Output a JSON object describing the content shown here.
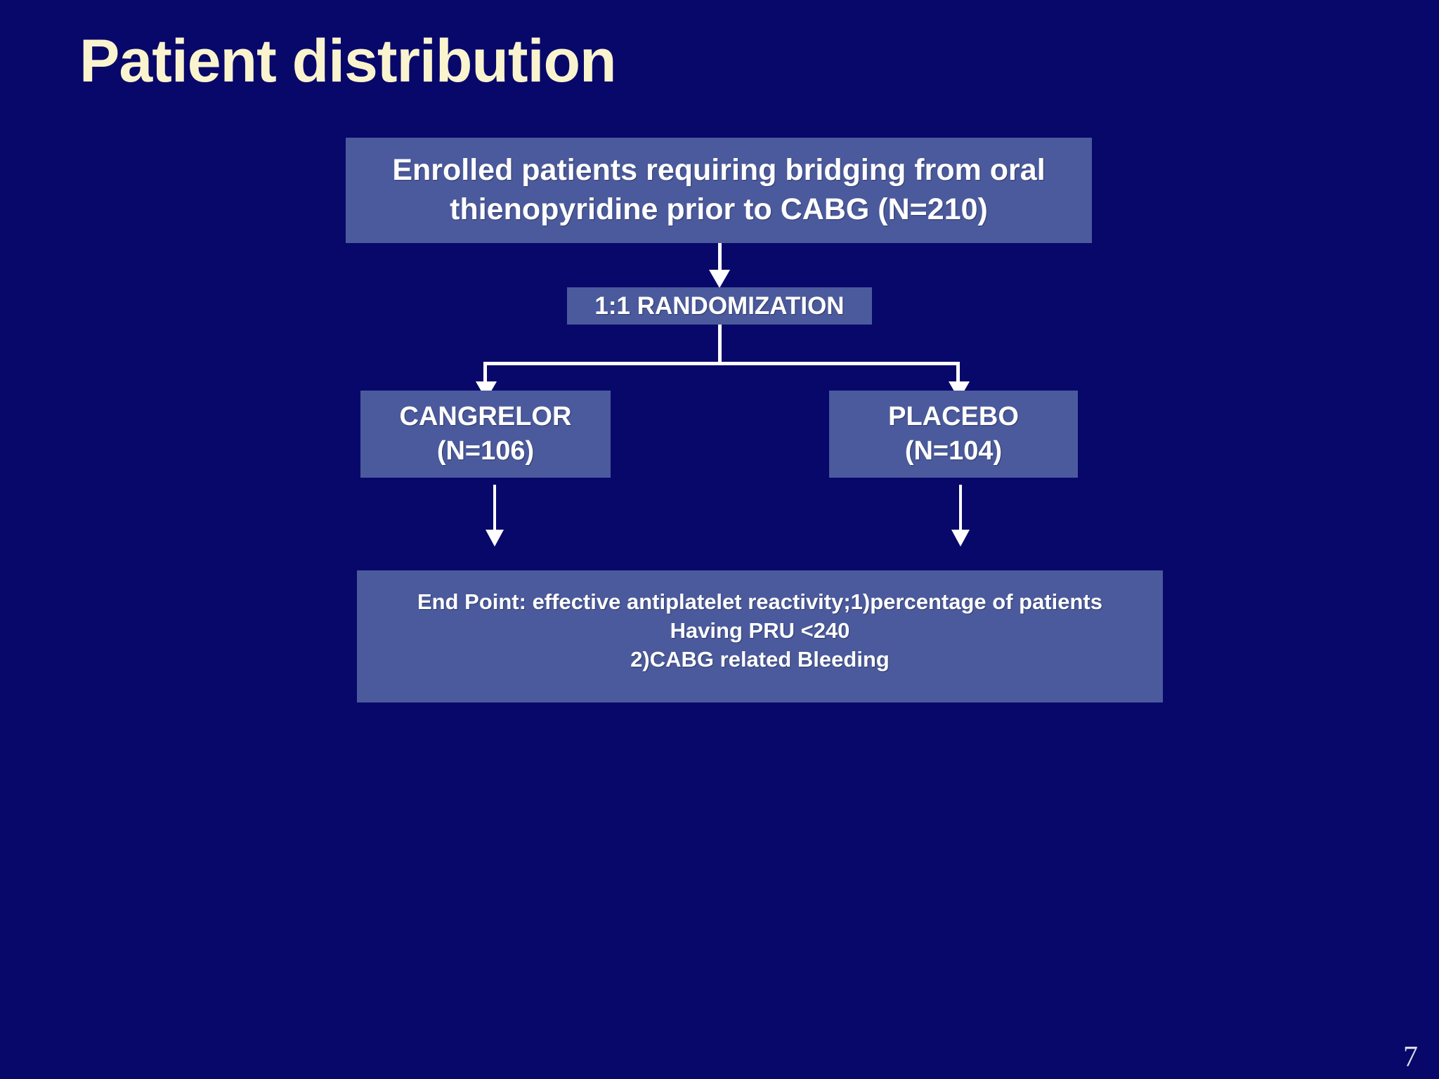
{
  "slide": {
    "title": "Patient distribution",
    "page_number": "7",
    "background_color": "#08086a",
    "title_color": "#faf4ce",
    "box_fill_color": "#4b5a9d",
    "box_text_color": "#ffffff",
    "connector_color": "#ffffff"
  },
  "flowchart": {
    "enrolled": {
      "line1": "Enrolled patients requiring bridging from oral",
      "line2": "thienopyridine prior to CABG  (N=210)"
    },
    "randomization": {
      "label": "1:1 RANDOMIZATION"
    },
    "arms": [
      {
        "name": "CANGRELOR",
        "count": "(N=106)"
      },
      {
        "name": "PLACEBO",
        "count": "(N=104)"
      }
    ],
    "endpoint": {
      "line1": "End Point: effective antiplatelet reactivity;1)percentage of patients",
      "line2": "Having PRU <240",
      "line3": "2)CABG related Bleeding"
    }
  }
}
